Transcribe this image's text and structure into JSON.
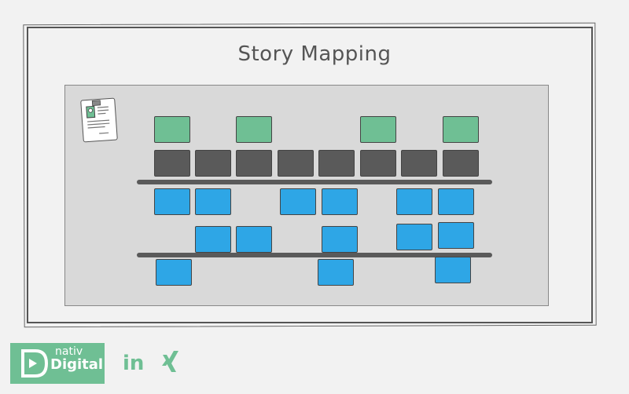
{
  "title": "Story Mapping",
  "logo": {
    "line1": "nativ",
    "line2": "Digital"
  },
  "social": {
    "linkedin": "in",
    "xing": "X"
  },
  "colors": {
    "green": "#6fbf94",
    "gray": "#5a5a5a",
    "blue": "#2ea6e6"
  },
  "persona": {
    "icon": "persona-card-icon"
  }
}
